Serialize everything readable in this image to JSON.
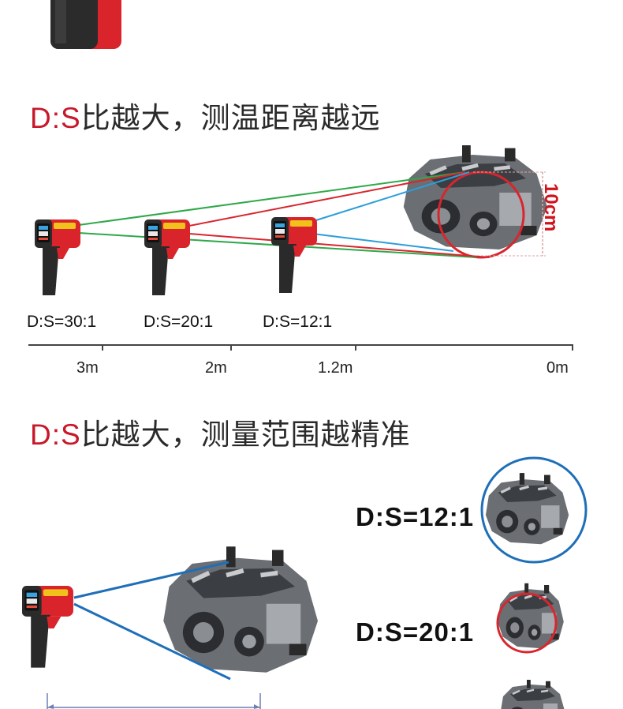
{
  "section1": {
    "title_ds": "D:S",
    "title_rest": "比越大，测温距离越远",
    "size_label": "10cm",
    "ratios": [
      "D:S=30:1",
      "D:S=20:1",
      "D:S=12:1"
    ],
    "distances": [
      "3m",
      "2m",
      "1.2m",
      "0m"
    ]
  },
  "section2": {
    "title_ds": "D:S",
    "title_rest": "比越大，测量范围越精准",
    "ratios": [
      "D:S=12:1",
      "D:S=20:1"
    ]
  },
  "colors": {
    "accent_red": "#c8192a",
    "green_beam": "#2fa84a",
    "red_beam": "#d8262e",
    "blue_beam": "#2c9ed8",
    "circle_blue": "#1e6fb8"
  },
  "icons": [
    "thermometer-gun-icon",
    "engine-icon"
  ]
}
